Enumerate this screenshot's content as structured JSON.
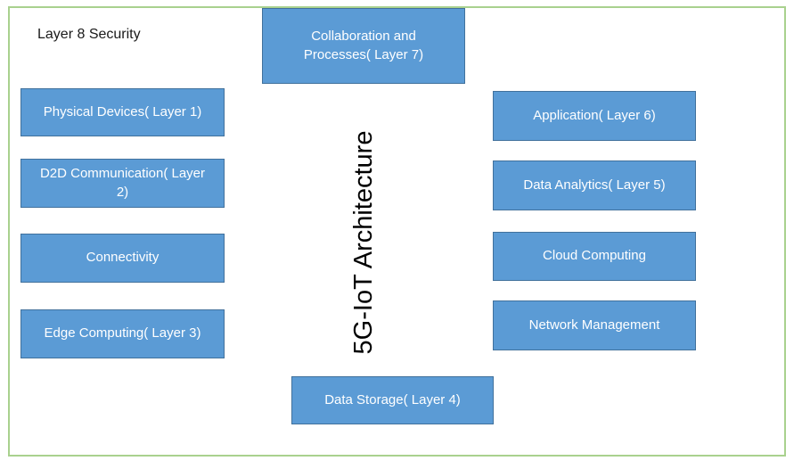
{
  "labels": {
    "security_layer": "Layer 8 Security",
    "vertical_title": "5G-IoT Architecture"
  },
  "boxes": {
    "layer7": "Collaboration and\nProcesses( Layer 7)",
    "layer1": "Physical Devices( Layer 1)",
    "layer2": "D2D Communication( Layer\n2)",
    "connectivity": "Connectivity",
    "layer3": "Edge Computing( Layer 3)",
    "layer6": "Application( Layer 6)",
    "layer5": "Data Analytics( Layer 5)",
    "cloud": "Cloud Computing",
    "network": "Network Management",
    "layer4": "Data Storage( Layer 4)"
  },
  "colors": {
    "box_fill": "#5B9BD5",
    "box_border": "#41719C",
    "box_text": "#FFFFFF",
    "frame_border": "#A9D18E",
    "title_text": "#000000"
  }
}
